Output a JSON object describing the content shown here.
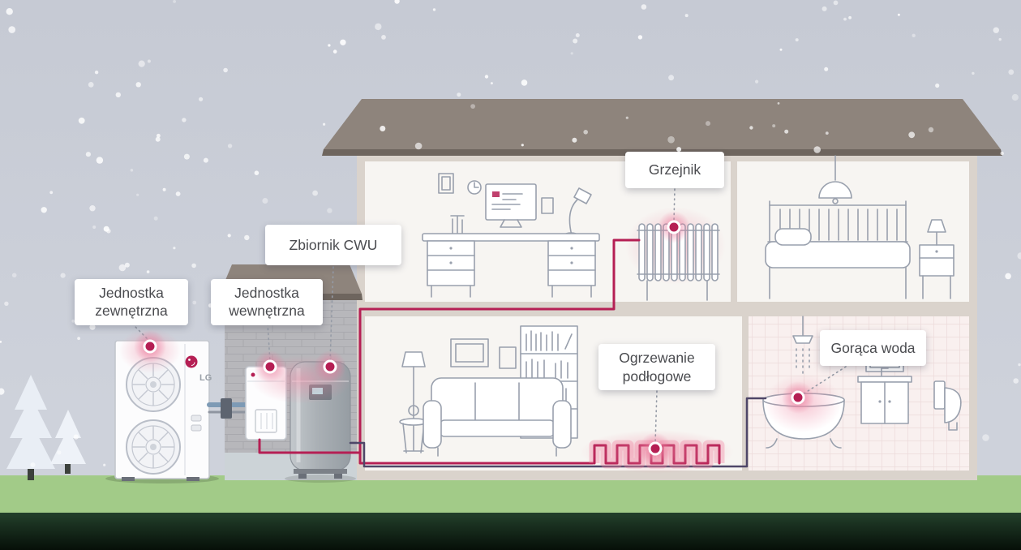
{
  "labels": {
    "outdoor_unit": "Jednostka zewnętrzna",
    "indoor_unit": "Jednostka wewnętrzna",
    "dhw_tank": "Zbiornik CWU",
    "radiator": "Grzejnik",
    "floor_heating": "Ogrzewanie podłogowe",
    "hot_water": "Gorąca woda"
  },
  "brand": "LG",
  "colors": {
    "accent": "#b51f54",
    "pipe_hot": "#b51f54",
    "pipe_return": "#4e4668",
    "pipe_cold": "#7d9ab5",
    "roof": "#8e847c",
    "grass": "#a2cb88",
    "sky": "#c6cad4"
  }
}
